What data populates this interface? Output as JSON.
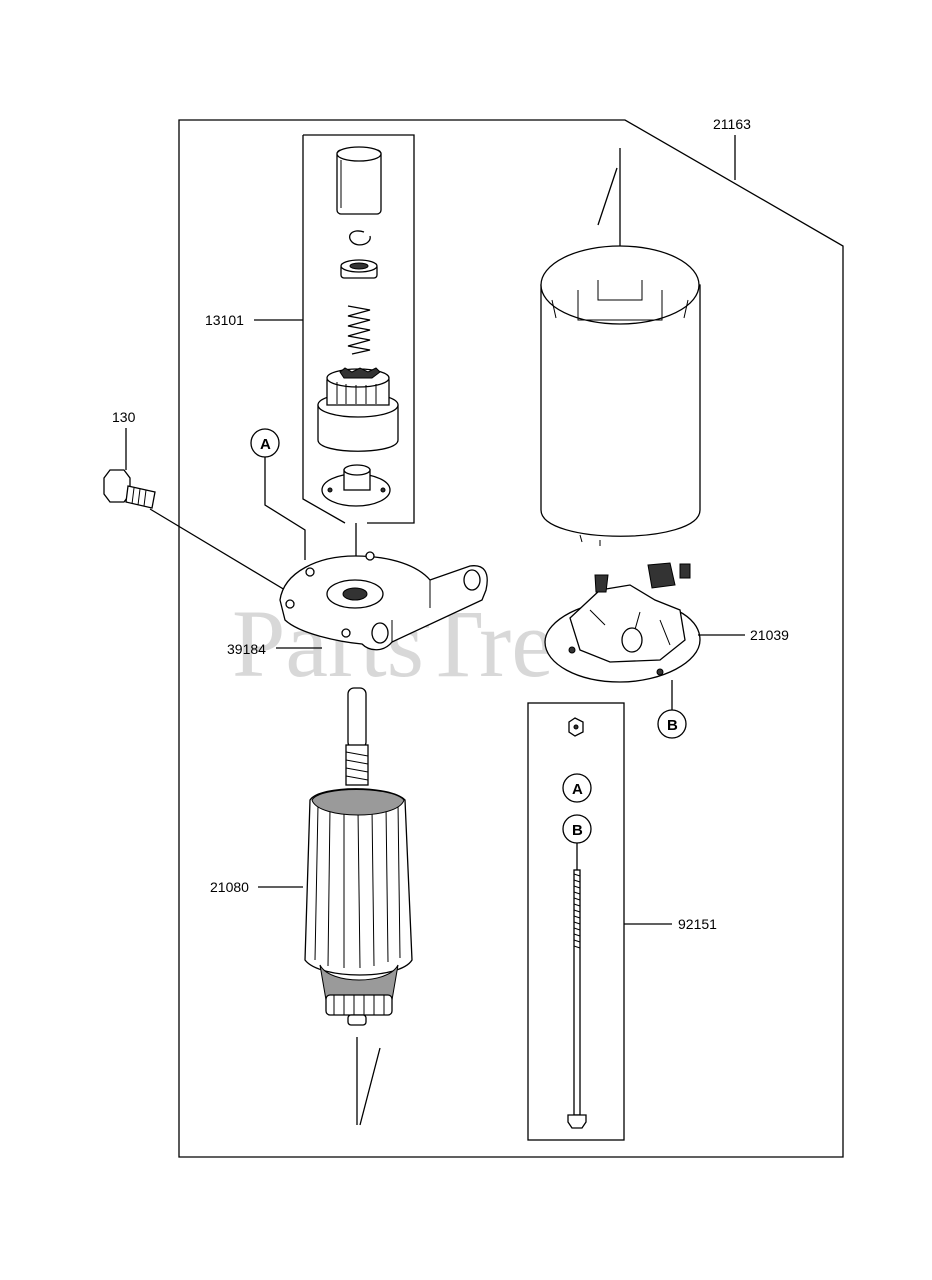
{
  "diagram": {
    "watermark": "PartsTre",
    "part_labels": {
      "assembly": "21163",
      "pinion_kit": "13101",
      "bolt": "130",
      "bracket": "39184",
      "brush_holder": "21039",
      "armature": "21080",
      "through_bolt": "92151"
    },
    "callouts": {
      "a_upper": "A",
      "b_upper": "B",
      "a_lower": "A",
      "b_lower": "B"
    }
  }
}
